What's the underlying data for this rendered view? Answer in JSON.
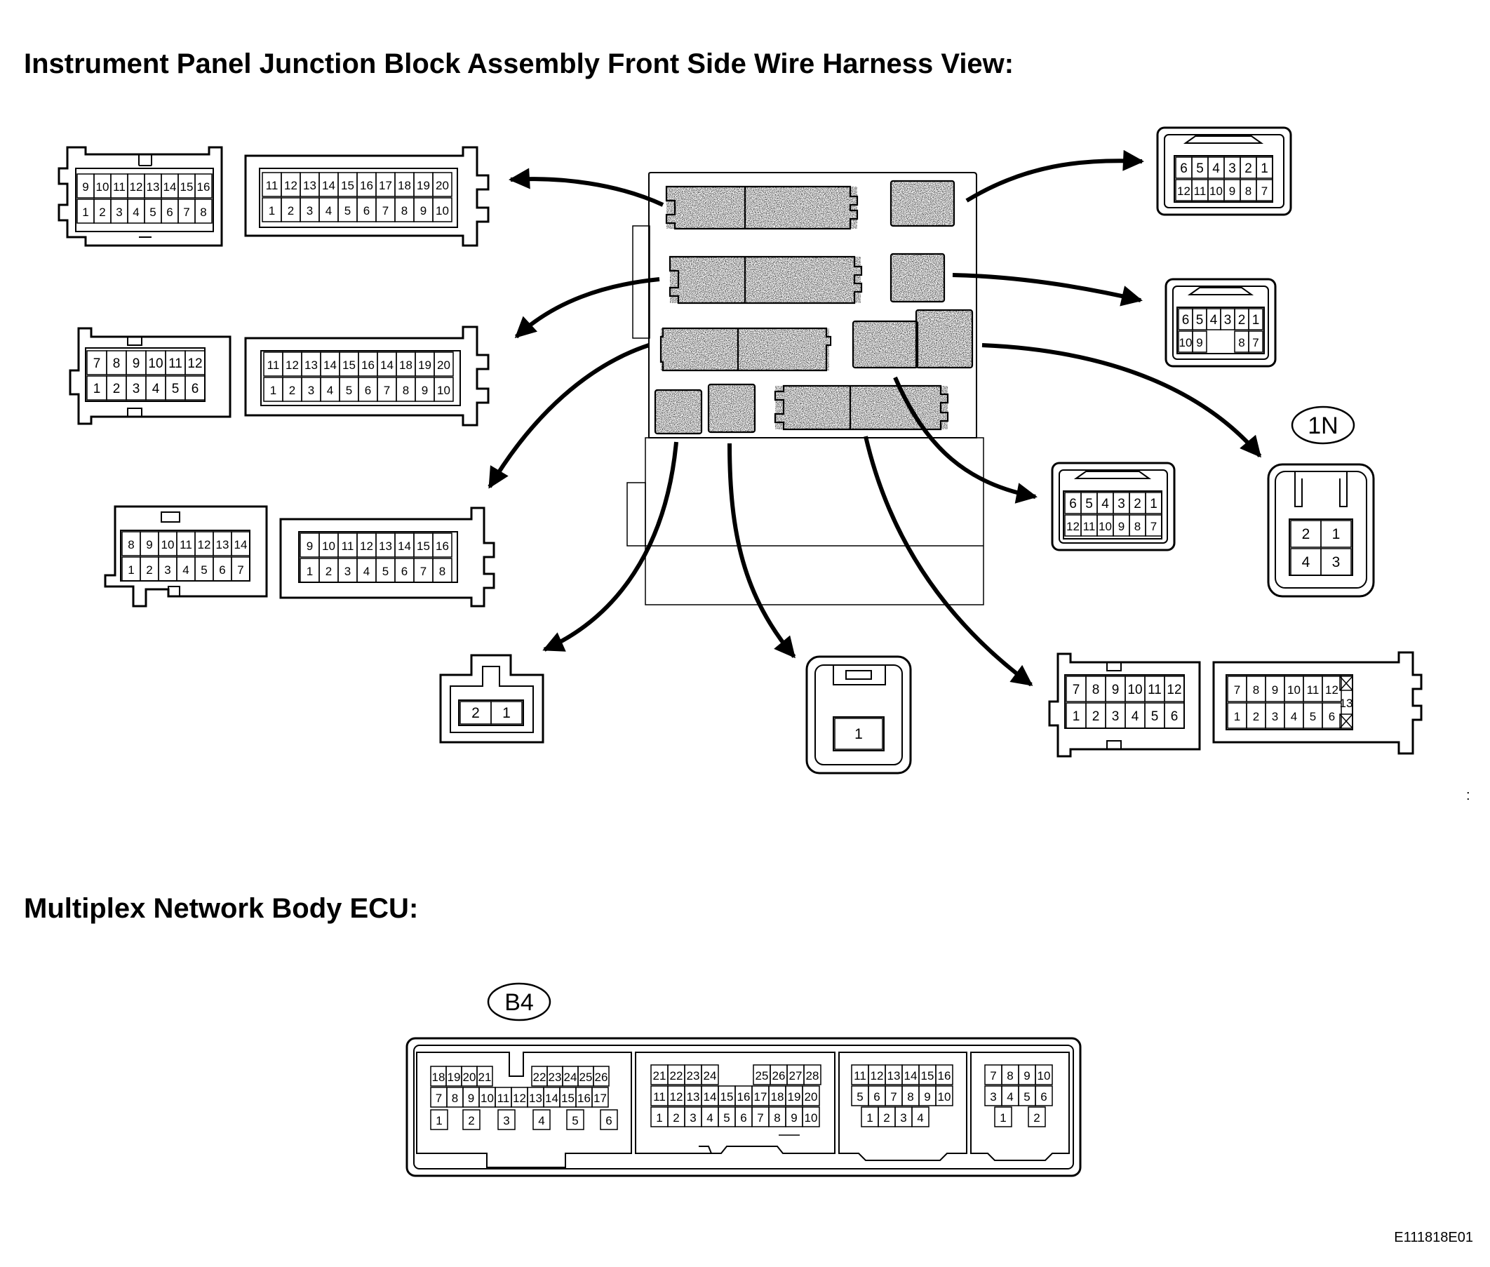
{
  "titles": {
    "junction_block": "Instrument Panel Junction Block Assembly Front Side Wire Harness View:",
    "body_ecu": "Multiplex Network Body ECU:"
  },
  "connector_codes": {
    "jb_4pin": "1N",
    "ecu": "B4"
  },
  "reference_code": "E111818E01",
  "stray_mark": ":",
  "connectors": {
    "a": {
      "top": [
        "9",
        "10",
        "11",
        "12",
        "13",
        "14",
        "15",
        "16"
      ],
      "bottom": [
        "1",
        "2",
        "3",
        "4",
        "5",
        "6",
        "7",
        "8"
      ]
    },
    "b": {
      "top": [
        "11",
        "12",
        "13",
        "14",
        "15",
        "16",
        "17",
        "18",
        "19",
        "20"
      ],
      "bottom": [
        "1",
        "2",
        "3",
        "4",
        "5",
        "6",
        "7",
        "8",
        "9",
        "10"
      ]
    },
    "c": {
      "top": [
        "7",
        "8",
        "9",
        "10",
        "11",
        "12"
      ],
      "bottom": [
        "1",
        "2",
        "3",
        "4",
        "5",
        "6"
      ]
    },
    "d": {
      "top": [
        "11",
        "12",
        "13",
        "14",
        "15",
        "16",
        "14",
        "18",
        "19",
        "20"
      ],
      "bottom": [
        "1",
        "2",
        "3",
        "4",
        "5",
        "6",
        "7",
        "8",
        "9",
        "10"
      ]
    },
    "e": {
      "top": [
        "8",
        "9",
        "10",
        "11",
        "12",
        "13",
        "14"
      ],
      "bottom": [
        "1",
        "2",
        "3",
        "4",
        "5",
        "6",
        "7"
      ]
    },
    "f": {
      "top": [
        "9",
        "10",
        "11",
        "12",
        "13",
        "14",
        "15",
        "16"
      ],
      "bottom": [
        "1",
        "2",
        "3",
        "4",
        "5",
        "6",
        "7",
        "8"
      ]
    },
    "g": {
      "top": [
        "6",
        "5",
        "4",
        "3",
        "2",
        "1"
      ],
      "bottom": [
        "12",
        "11",
        "10",
        "9",
        "8",
        "7"
      ]
    },
    "h": {
      "top": [
        "6",
        "5",
        "4",
        "3",
        "2",
        "1"
      ],
      "bottom": [
        "10",
        "9",
        "8",
        "7"
      ]
    },
    "i": {
      "top": [
        "6",
        "5",
        "4",
        "3",
        "2",
        "1"
      ],
      "bottom": [
        "12",
        "11",
        "10",
        "9",
        "8",
        "7"
      ]
    },
    "j": {
      "top": [
        "2",
        "1"
      ],
      "bottom": [
        "4",
        "3"
      ]
    },
    "k": {
      "pins": [
        "2",
        "1"
      ]
    },
    "l": {
      "pins": [
        "1"
      ]
    },
    "m": {
      "top": [
        "7",
        "8",
        "9",
        "10",
        "11",
        "12"
      ],
      "bottom": [
        "1",
        "2",
        "3",
        "4",
        "5",
        "6"
      ]
    },
    "n": {
      "top": [
        "7",
        "8",
        "9",
        "10",
        "11",
        "12"
      ],
      "bottom": [
        "1",
        "2",
        "3",
        "4",
        "5",
        "6"
      ],
      "side": "13"
    },
    "ecu1": {
      "row1": [
        "18",
        "19",
        "20",
        "21",
        "22",
        "23",
        "24",
        "25",
        "26"
      ],
      "row2": [
        "7",
        "8",
        "9",
        "10",
        "11",
        "12",
        "13",
        "14",
        "15",
        "16",
        "17"
      ],
      "row3": [
        "1",
        "2",
        "3",
        "4",
        "5",
        "6"
      ]
    },
    "ecu2": {
      "row1": [
        "21",
        "22",
        "23",
        "24",
        "25",
        "26",
        "27",
        "28"
      ],
      "row2": [
        "11",
        "12",
        "13",
        "14",
        "15",
        "16",
        "17",
        "18",
        "19",
        "20"
      ],
      "row3": [
        "1",
        "2",
        "3",
        "4",
        "5",
        "6",
        "7",
        "8",
        "9",
        "10"
      ]
    },
    "ecu3": {
      "row1": [
        "11",
        "12",
        "13",
        "14",
        "15",
        "16"
      ],
      "row2": [
        "5",
        "6",
        "7",
        "8",
        "9",
        "10"
      ],
      "row3": [
        "1",
        "2",
        "3",
        "4"
      ]
    },
    "ecu4": {
      "row1": [
        "7",
        "8",
        "9",
        "10"
      ],
      "row2": [
        "3",
        "4",
        "5",
        "6"
      ],
      "row3": [
        "1",
        "2"
      ]
    }
  }
}
